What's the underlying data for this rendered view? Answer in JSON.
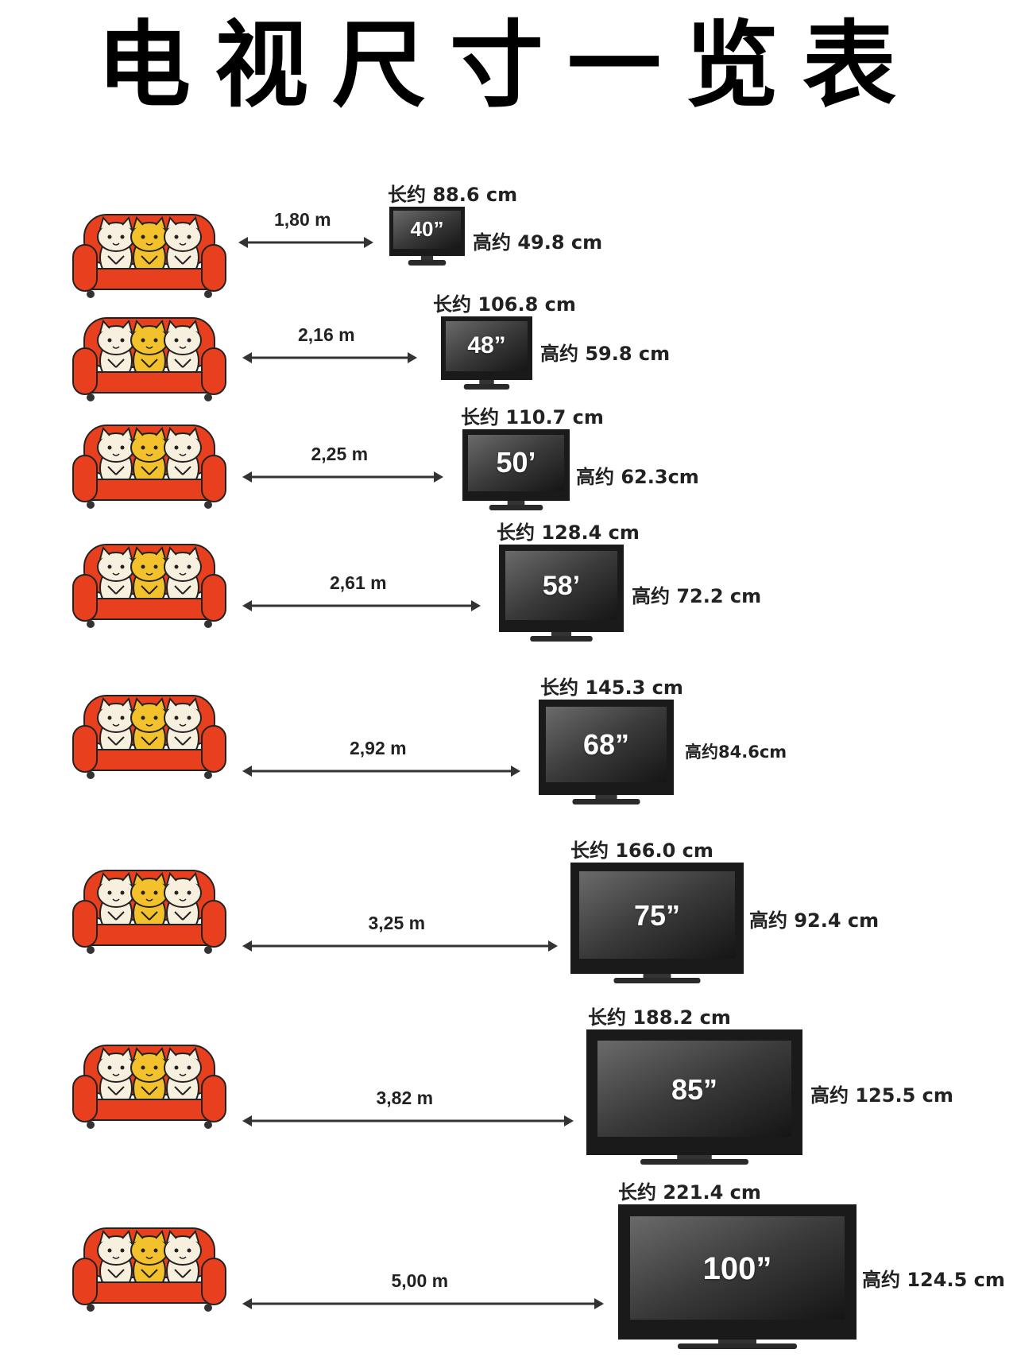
{
  "title": "电视尺寸一览表",
  "rows": [
    {
      "distance": "1,80 m",
      "size": "40”",
      "length": "长约 88.6 cm",
      "height": "高约 49.8 cm"
    },
    {
      "distance": "2,16 m",
      "size": "48”",
      "length": "长约 106.8 cm",
      "height": "高约 59.8 cm"
    },
    {
      "distance": "2,25 m",
      "size": "50’",
      "length": "长约 110.7 cm",
      "height": "高约 62.3cm"
    },
    {
      "distance": "2,61 m",
      "size": "58’",
      "length": "长约 128.4 cm",
      "height": "高约 72.2 cm"
    },
    {
      "distance": "2,92 m",
      "size": "68”",
      "length": "长约 145.3 cm",
      "height": "高约84.6cm"
    },
    {
      "distance": "3,25 m",
      "size": "75”",
      "length": "长约 166.0 cm",
      "height": "高约 92.4 cm"
    },
    {
      "distance": "3,82 m",
      "size": "85”",
      "length": "长约 188.2 cm",
      "height": "高约 125.5 cm"
    },
    {
      "distance": "5,00 m",
      "size": "100”",
      "length": "长约 221.4 cm",
      "height": "高约 124.5 cm"
    }
  ],
  "colors": {
    "sofa": "#e8401e",
    "sofa_dark": "#c02a0e",
    "cat_white": "#f7f0df",
    "cat_yellow": "#f2c12c",
    "tv_frame": "#1a1a1a",
    "tv_screen": "#3a3a3a",
    "arrow": "#333333"
  },
  "icons": {
    "sofa": "sofa-with-three-cats-icon",
    "arrow": "double-headed-arrow-icon",
    "tv": "flat-screen-tv-icon"
  }
}
